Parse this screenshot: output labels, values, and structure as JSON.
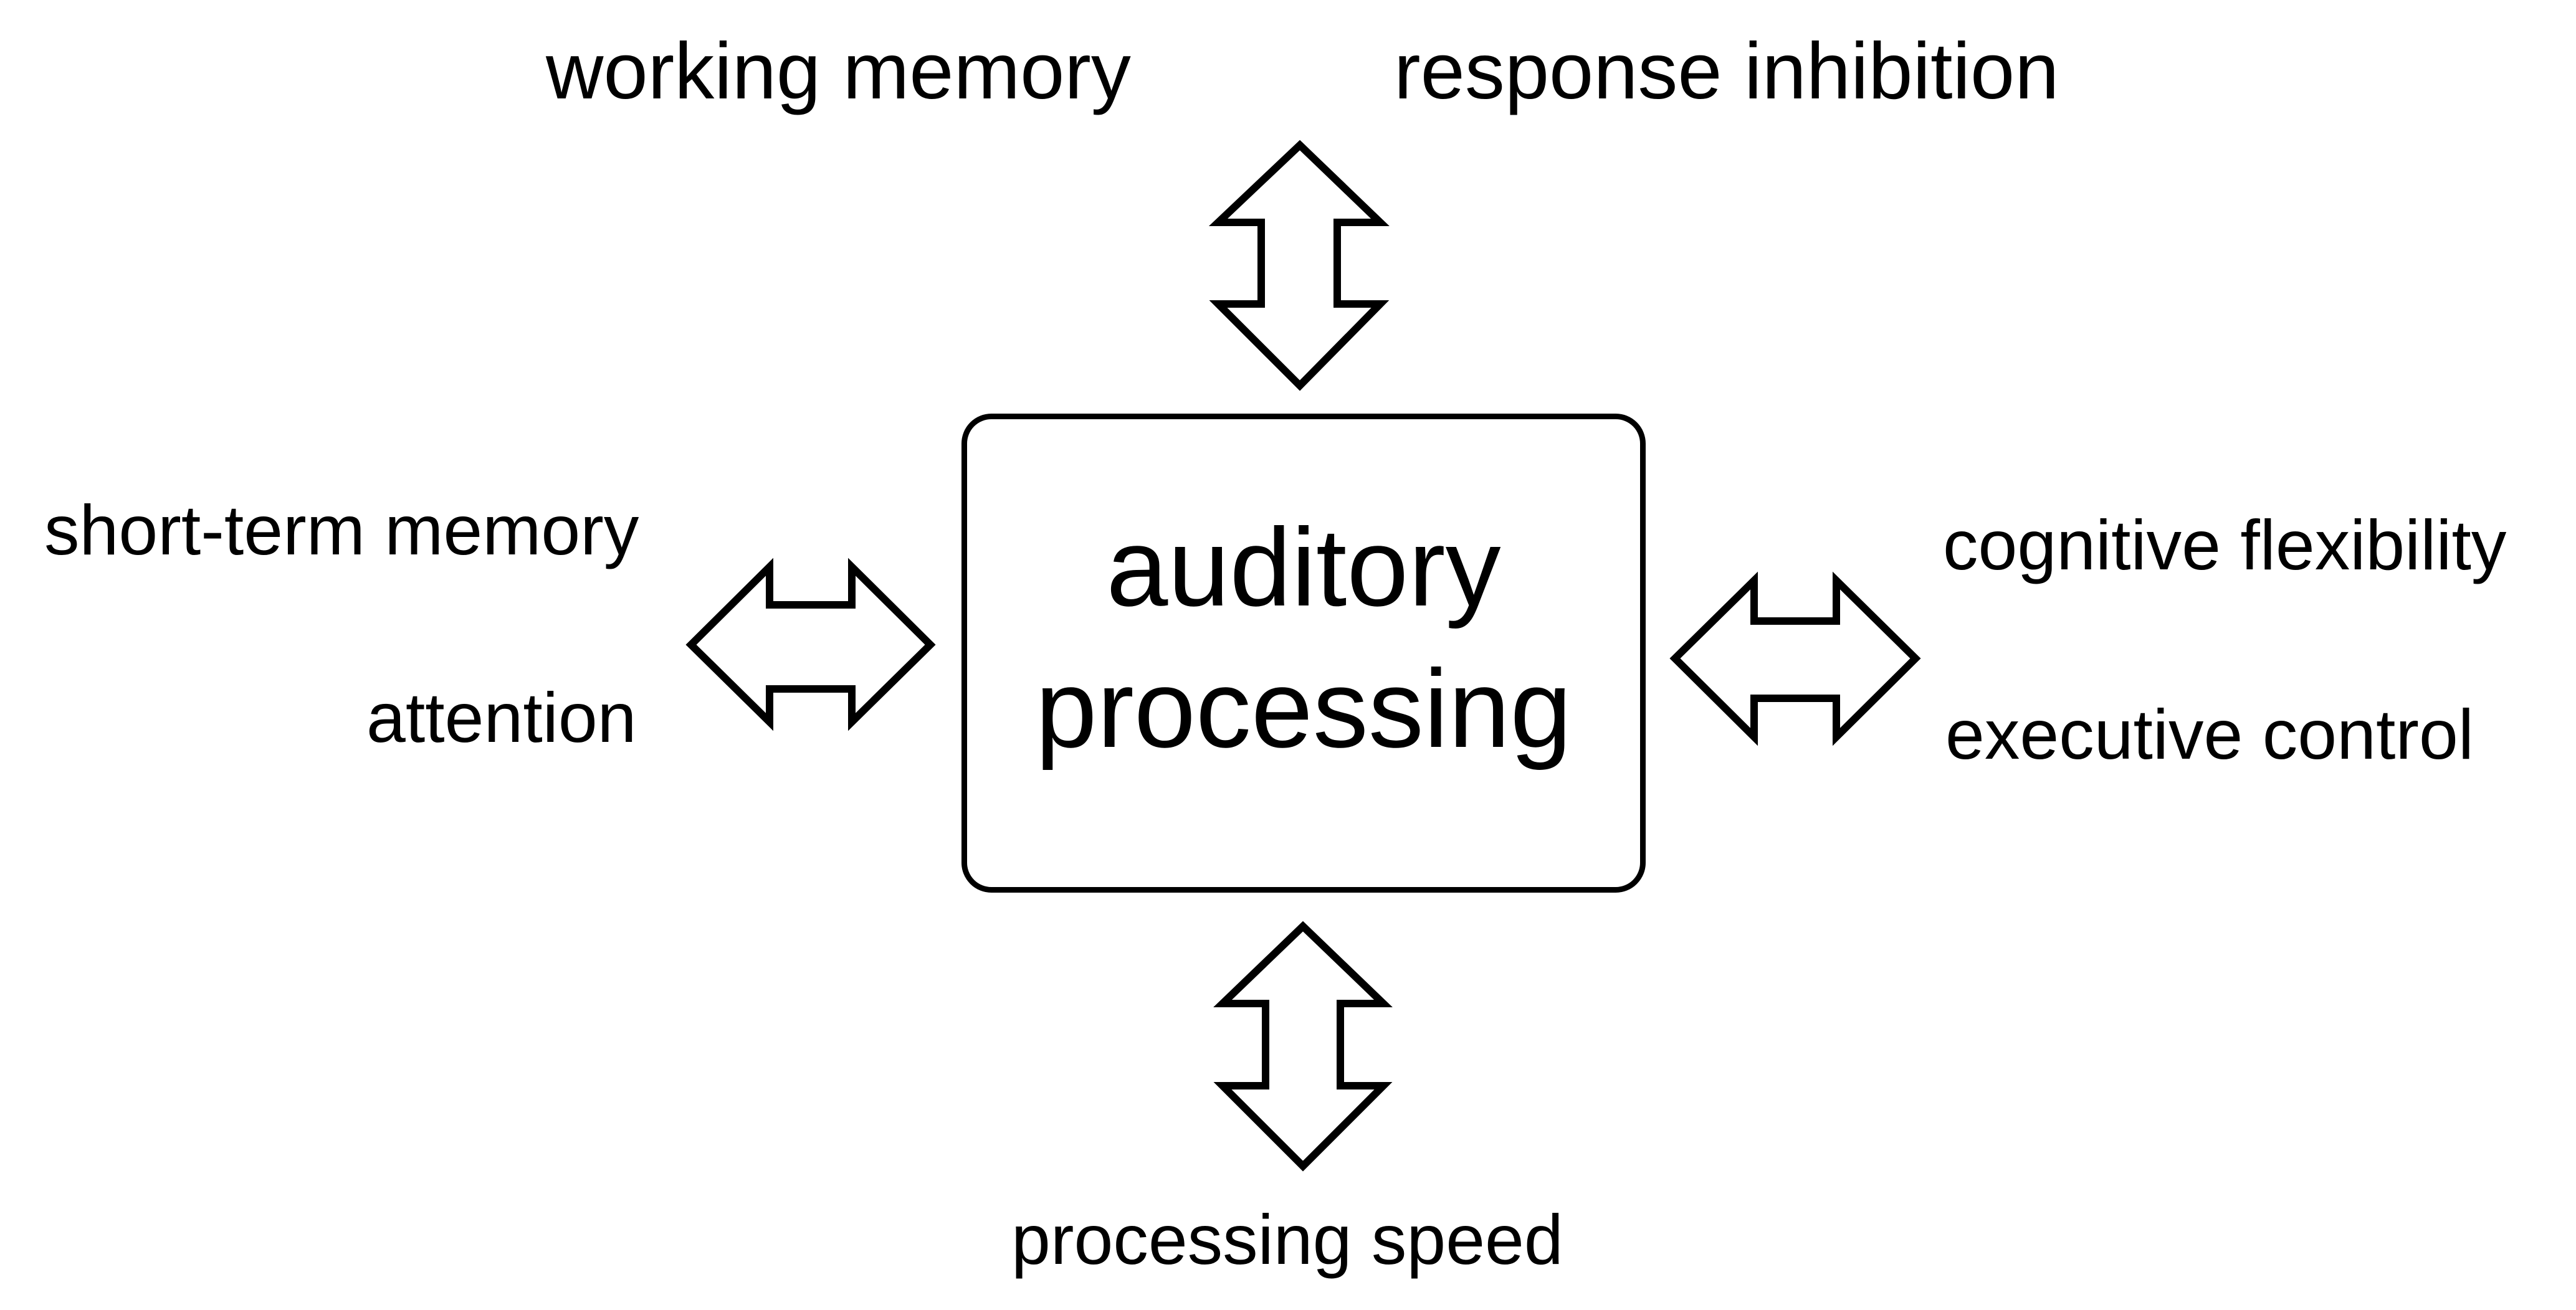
{
  "center": {
    "line1": "auditory",
    "line2": "processing"
  },
  "labels": {
    "working_memory": "working memory",
    "response_inhibition": "response inhibition",
    "short_term_memory": "short-term memory",
    "attention": "attention",
    "cognitive_flexibility": "cognitive flexibility",
    "executive_control": "executive control",
    "processing_speed": "processing speed"
  },
  "colors": {
    "stroke": "#000000",
    "background": "#ffffff"
  }
}
